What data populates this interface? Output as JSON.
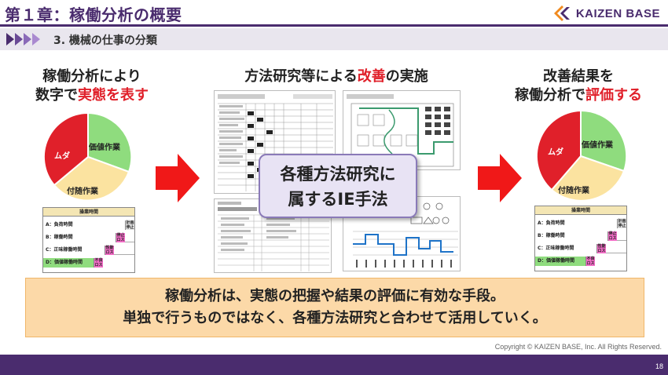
{
  "header": {
    "chapter_title": "第１章：稼働分析の概要",
    "logo_text": "KAIZEN BASE",
    "section_title": "3. 機械の仕事の分類"
  },
  "left": {
    "title_line1": "稼働分析により",
    "title_line2_a": "数字で",
    "title_line2_b": "実態を表す",
    "pie": {
      "green_label": "価値作業",
      "yellow_label": "付随作業",
      "red_label": "ムダ"
    },
    "table": {
      "header": "操業時間",
      "rows": [
        {
          "label": "A：負荷時間",
          "tag": "計画停止"
        },
        {
          "label": "B：稼働時間",
          "tag": "停止ロス"
        },
        {
          "label": "C：正味稼働時間",
          "tag": "性能ロス"
        },
        {
          "label": "D：価値稼働時間",
          "tag": "不良ロス"
        }
      ]
    }
  },
  "middle": {
    "title_a": "方法研究等による",
    "title_b": "改善",
    "title_c": "の実施",
    "ie_box_line1": "各種方法研究に",
    "ie_box_line2": "属するIE手法"
  },
  "right": {
    "title_line1": "改善結果を",
    "title_line2_a": "稼働分析で",
    "title_line2_b": "評価する",
    "pie": {
      "green_label": "価値作業",
      "yellow_label": "付随作業",
      "red_label": "ムダ"
    },
    "table": {
      "header": "操業時間",
      "rows": [
        {
          "label": "A：負荷時間",
          "tag": "計画停止"
        },
        {
          "label": "B：稼働時間",
          "tag": "停止ロス"
        },
        {
          "label": "C：正味稼働時間",
          "tag": "性能ロス"
        },
        {
          "label": "D：価値稼働時間",
          "tag": "不良ロス"
        }
      ]
    }
  },
  "summary": {
    "line1": "稼働分析は、実態の把握や結果の評価に有効な手段。",
    "line2": "単独で行うものではなく、各種方法研究と合わせて活用していく。"
  },
  "footer": {
    "copyright": "Copyright ©  KAIZEN BASE, Inc. All Rights Reserved.",
    "page_number": "18"
  },
  "colors": {
    "brand_purple": "#4a2c6e",
    "pie_green": "#8fdc7e",
    "pie_yellow": "#fbe3a0",
    "pie_red": "#e0202a",
    "arrow_red": "#f01818",
    "summary_bg": "#fcd9a8"
  }
}
